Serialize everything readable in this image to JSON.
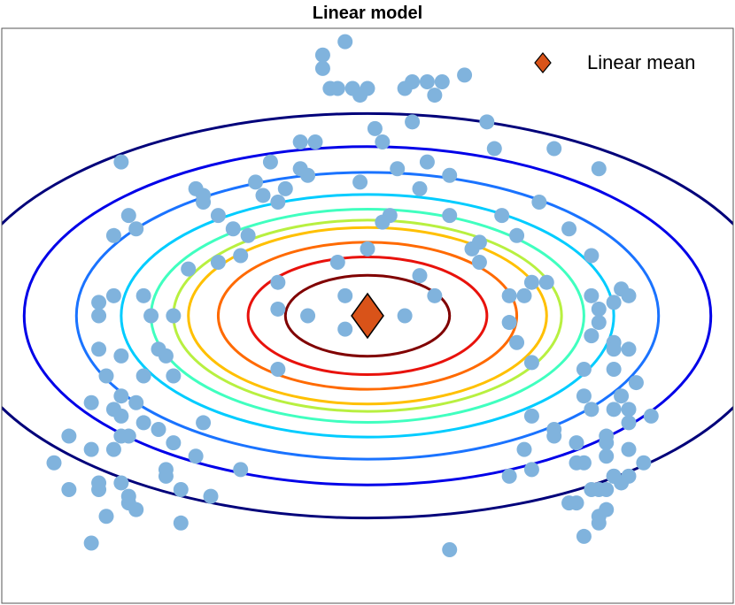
{
  "chart_data": {
    "type": "scatter",
    "title": "Linear model",
    "xlabel": "",
    "ylabel": "",
    "xlim": [
      -4.9,
      4.9
    ],
    "ylim": [
      -4.3,
      4.3
    ],
    "axis_ticks": false,
    "grid": false,
    "legend": {
      "placement": "top-right",
      "entries": [
        {
          "label": "Linear mean",
          "marker": "diamond",
          "color": "#d95319"
        }
      ]
    },
    "colors": {
      "points": "#80b3dd",
      "mean": "#d95319",
      "axes": "#555555"
    },
    "mean": {
      "x": 0.0,
      "y": 0.0
    },
    "contours": {
      "center": [
        0.0,
        0.0
      ],
      "semi_axis_ratio_y_to_x": 0.55,
      "levels": [
        {
          "semi_x": 1.1,
          "color": "#800000"
        },
        {
          "semi_x": 1.6,
          "color": "#e8120c"
        },
        {
          "semi_x": 2.0,
          "color": "#ff6a00"
        },
        {
          "semi_x": 2.4,
          "color": "#ffc000"
        },
        {
          "semi_x": 2.6,
          "color": "#b8f040"
        },
        {
          "semi_x": 2.9,
          "color": "#40ffbf"
        },
        {
          "semi_x": 3.3,
          "color": "#00ccff"
        },
        {
          "semi_x": 3.9,
          "color": "#1a73ff"
        },
        {
          "semi_x": 4.6,
          "color": "#0000e8"
        },
        {
          "semi_x": 5.5,
          "color": "#00007a"
        }
      ]
    },
    "series": [
      {
        "name": "",
        "x": [
          -0.8,
          0.5,
          -0.3,
          0.0,
          -2.6,
          -1.2,
          0.9,
          2.4,
          1.5,
          1.1,
          -0.1,
          -0.8,
          0.4,
          0.2,
          0.7,
          -0.9,
          -2.3,
          -3.3,
          -2.2,
          -2.9,
          -3.6,
          -3.0,
          -2.4,
          -3.4,
          -1.2,
          -3.2,
          -3.4,
          -3.6,
          -2.6,
          -2.7,
          -1.7,
          -1.2,
          -1.8,
          -2.0,
          -1.4,
          -1.5,
          -1.1,
          -0.2,
          -0.5,
          -0.3,
          -0.6,
          -2.2,
          -3.1,
          -1.6,
          -0.7,
          -2.8,
          -3.6,
          -3.3,
          -3.0,
          -3.5,
          -3.3,
          -3.1,
          -3.4,
          -3.3,
          -3.0,
          -2.8,
          -3.2,
          -2.6,
          -3.4,
          -3.7,
          -4.0,
          -4.2,
          -3.3,
          -3.2,
          -3.1,
          -3.5,
          -3.6,
          -2.7,
          -3.2,
          -2.5,
          1.1,
          0.1,
          -0.1,
          0.8,
          1.6,
          1.7,
          1.8,
          2.0,
          2.3,
          1.9,
          2.0,
          2.2,
          0.9,
          0.8,
          0.6,
          1.3,
          1.0,
          0.6,
          0.5,
          0.0,
          -0.4,
          -0.6,
          1.9,
          2.1,
          2.2,
          2.7,
          2.9,
          2.9,
          3.0,
          2.5,
          2.1,
          2.2,
          2.8,
          3.2,
          3.3,
          3.2,
          3.4,
          3.5,
          3.1,
          3.0,
          3.2,
          3.1,
          3.7,
          2.2,
          2.5,
          2.8,
          3.2,
          3.5,
          3.3,
          3.1,
          3.0,
          3.3,
          3.6,
          3.0,
          3.5,
          3.3,
          3.5,
          3.5,
          3.2,
          2.9,
          2.8,
          1.5,
          -0.4,
          -0.3,
          0.3,
          2.5,
          3.1,
          1.4,
          0.7,
          -1.2,
          -2.2,
          -2.7,
          -1.7,
          0.2,
          1.9,
          2.7,
          2.9,
          1.1,
          -2.3,
          -2.0,
          -1.3,
          -3.3,
          -3.7,
          3.8,
          3.1,
          -0.9,
          -2.5,
          -2.1,
          -3.7,
          3.0,
          3.1,
          3.3,
          3.4,
          3.5,
          3.4,
          3.3,
          3.3,
          -4.0,
          -3.6
        ],
        "y": [
          0.0,
          0.0,
          0.3,
          1.0,
          0.0,
          0.1,
          0.3,
          0.5,
          1.1,
          1.5,
          2.0,
          2.1,
          2.2,
          2.6,
          1.9,
          2.6,
          1.9,
          2.3,
          1.7,
          0.0,
          0.2,
          0.3,
          0.7,
          0.3,
          1.7,
          1.5,
          1.2,
          0.0,
          -0.9,
          -0.6,
          0.9,
          0.5,
          1.3,
          1.5,
          1.8,
          2.0,
          1.9,
          3.4,
          3.4,
          4.1,
          3.9,
          1.8,
          1.3,
          1.2,
          2.6,
          -0.5,
          -0.5,
          -0.6,
          -0.9,
          -0.9,
          -1.2,
          -1.3,
          -1.4,
          -1.5,
          -1.6,
          -1.7,
          -1.8,
          -1.9,
          -2.0,
          -2.0,
          -1.8,
          -2.2,
          -2.5,
          -2.8,
          -2.9,
          -3.0,
          -2.6,
          -2.3,
          -2.7,
          -2.6,
          2.1,
          2.8,
          3.3,
          2.3,
          2.9,
          2.5,
          1.5,
          1.2,
          1.7,
          0.3,
          -0.4,
          -0.7,
          3.3,
          3.5,
          3.5,
          3.6,
          3.5,
          2.9,
          3.4,
          3.4,
          3.4,
          3.7,
          -0.1,
          0.3,
          0.5,
          1.3,
          -0.8,
          -1.2,
          -1.4,
          -1.7,
          -2.0,
          -1.5,
          -1.9,
          -2.1,
          -2.4,
          -2.6,
          -2.5,
          -2.4,
          -2.6,
          -2.6,
          -2.9,
          -3.1,
          -2.2,
          -2.3,
          -1.8,
          -2.2,
          -1.9,
          -1.4,
          -0.4,
          -0.1,
          -0.3,
          -0.5,
          -1.0,
          0.9,
          -0.5,
          -1.4,
          -1.6,
          -2.0,
          -1.8,
          -2.2,
          -2.8,
          0.8,
          0.8,
          -0.2,
          1.5,
          2.5,
          2.2,
          1.0,
          0.6,
          -0.8,
          -1.6,
          -2.4,
          -2.3,
          1.4,
          -2.4,
          -2.8,
          -3.3,
          -3.5,
          -2.1,
          0.8,
          2.3,
          -1.8,
          -1.3,
          -1.5,
          -3.0,
          2.2,
          -3.1,
          -2.7,
          -3.4,
          0.3,
          0.1,
          0.2,
          0.4,
          0.3,
          -1.2,
          -0.8,
          -2.4,
          -2.6,
          -2.5
        ]
      }
    ]
  }
}
